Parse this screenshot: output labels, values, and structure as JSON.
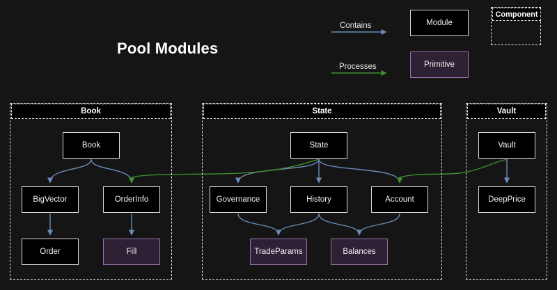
{
  "title": "Pool Modules",
  "legend": {
    "contains_label": "Contains",
    "processes_label": "Processes",
    "module_label": "Module",
    "primitive_label": "Primitive",
    "component_label": "Component",
    "contains_color": "#6a8cb8",
    "processes_color": "#3f8f2f"
  },
  "colors": {
    "background": "#151515",
    "module_fill": "#000000",
    "module_border": "#dcdcdc",
    "primitive_fill": "#2e2135",
    "primitive_border": "#9a72aa",
    "group_border": "#e6e6e6",
    "text": "#f2f2f2"
  },
  "groups": [
    {
      "id": "book",
      "label": "Book"
    },
    {
      "id": "state",
      "label": "State"
    },
    {
      "id": "vault",
      "label": "Vault"
    }
  ],
  "nodes": {
    "book": "Book",
    "bigvector": "BigVector",
    "orderinfo": "OrderInfo",
    "order": "Order",
    "fill": "Fill",
    "state": "State",
    "governance": "Governance",
    "history": "History",
    "account": "Account",
    "tradeparams": "TradeParams",
    "balances": "Balances",
    "vault": "Vault",
    "deepprice": "DeepPrice"
  },
  "edges": [
    {
      "from": "Book",
      "to": "BigVector",
      "type": "Contains"
    },
    {
      "from": "Book",
      "to": "OrderInfo",
      "type": "Contains"
    },
    {
      "from": "BigVector",
      "to": "Order",
      "type": "Contains"
    },
    {
      "from": "OrderInfo",
      "to": "Fill",
      "type": "Contains"
    },
    {
      "from": "State",
      "to": "Governance",
      "type": "Contains"
    },
    {
      "from": "State",
      "to": "History",
      "type": "Contains"
    },
    {
      "from": "State",
      "to": "Account",
      "type": "Contains"
    },
    {
      "from": "Governance",
      "to": "TradeParams",
      "type": "Contains"
    },
    {
      "from": "History",
      "to": "TradeParams",
      "type": "Contains"
    },
    {
      "from": "History",
      "to": "Balances",
      "type": "Contains"
    },
    {
      "from": "Account",
      "to": "Balances",
      "type": "Contains"
    },
    {
      "from": "Vault",
      "to": "DeepPrice",
      "type": "Contains"
    },
    {
      "from": "State",
      "to": "OrderInfo",
      "type": "Processes"
    },
    {
      "from": "Vault",
      "to": "Account",
      "type": "Processes"
    }
  ]
}
